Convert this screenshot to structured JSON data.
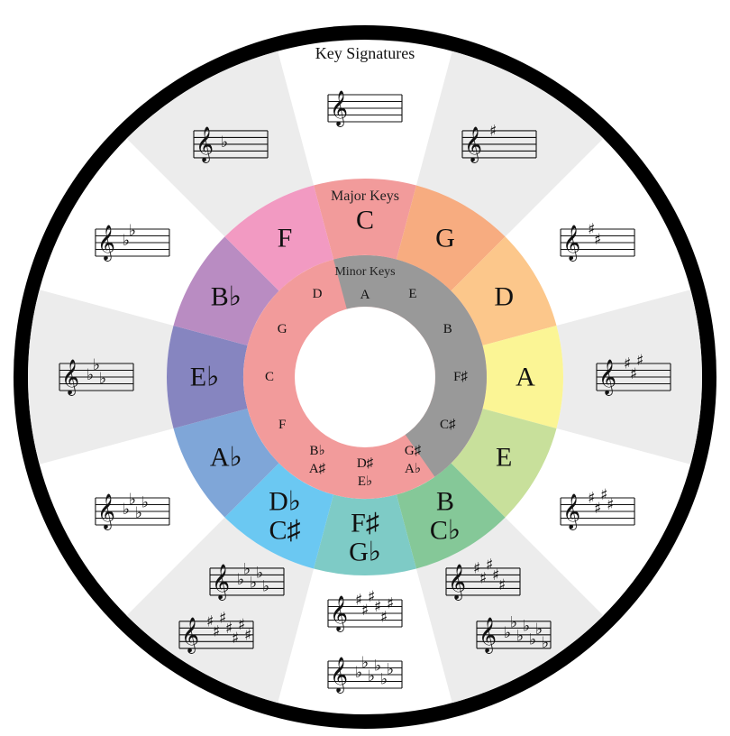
{
  "title": "Key Signatures",
  "major_label": "Major Keys",
  "minor_label": "Minor Keys",
  "clef_glyph": "𝄞",
  "colors": {
    "outer_ring": "#000000",
    "wedge_shade": "#ececec",
    "minor_pink": "#f29b9b",
    "minor_gray": "#999999",
    "center": "#ffffff"
  },
  "majors": [
    {
      "lines": [
        "C"
      ],
      "color": "#f29b9b"
    },
    {
      "lines": [
        "G"
      ],
      "color": "#f7ac80"
    },
    {
      "lines": [
        "D"
      ],
      "color": "#fcc78b"
    },
    {
      "lines": [
        "A"
      ],
      "color": "#fbf595"
    },
    {
      "lines": [
        "E"
      ],
      "color": "#c8e09b"
    },
    {
      "lines": [
        "B",
        "C♭"
      ],
      "color": "#85c898"
    },
    {
      "lines": [
        "F♯",
        "G♭"
      ],
      "color": "#7ecbc6"
    },
    {
      "lines": [
        "D♭",
        "C♯"
      ],
      "color": "#6bc8f2"
    },
    {
      "lines": [
        "A♭"
      ],
      "color": "#7fa6d8"
    },
    {
      "lines": [
        "E♭"
      ],
      "color": "#8685c0"
    },
    {
      "lines": [
        "B♭"
      ],
      "color": "#b98cc2"
    },
    {
      "lines": [
        "F"
      ],
      "color": "#f29ac2"
    }
  ],
  "minors": [
    {
      "lines": [
        "A"
      ]
    },
    {
      "lines": [
        "E"
      ]
    },
    {
      "lines": [
        "B"
      ]
    },
    {
      "lines": [
        "F♯"
      ]
    },
    {
      "lines": [
        "C♯"
      ]
    },
    {
      "lines": [
        "G♯",
        "A♭"
      ]
    },
    {
      "lines": [
        "D♯",
        "E♭"
      ]
    },
    {
      "lines": [
        "B♭",
        "A♯"
      ]
    },
    {
      "lines": [
        "F"
      ]
    },
    {
      "lines": [
        "C"
      ]
    },
    {
      "lines": [
        "G"
      ]
    },
    {
      "lines": [
        "D"
      ]
    }
  ],
  "signatures": [
    {
      "staves": [
        {
          "type": "sharp",
          "count": 0
        }
      ]
    },
    {
      "staves": [
        {
          "type": "sharp",
          "count": 1
        }
      ]
    },
    {
      "staves": [
        {
          "type": "sharp",
          "count": 2
        }
      ]
    },
    {
      "staves": [
        {
          "type": "sharp",
          "count": 3
        }
      ]
    },
    {
      "staves": [
        {
          "type": "sharp",
          "count": 4
        }
      ]
    },
    {
      "staves": [
        {
          "type": "sharp",
          "count": 5
        },
        {
          "type": "flat",
          "count": 7
        }
      ]
    },
    {
      "staves": [
        {
          "type": "sharp",
          "count": 6
        },
        {
          "type": "flat",
          "count": 6
        }
      ]
    },
    {
      "staves": [
        {
          "type": "flat",
          "count": 5
        },
        {
          "type": "sharp",
          "count": 7
        }
      ]
    },
    {
      "staves": [
        {
          "type": "flat",
          "count": 4
        }
      ]
    },
    {
      "staves": [
        {
          "type": "flat",
          "count": 3
        }
      ]
    },
    {
      "staves": [
        {
          "type": "flat",
          "count": 2
        }
      ]
    },
    {
      "staves": [
        {
          "type": "flat",
          "count": 1
        }
      ]
    }
  ]
}
